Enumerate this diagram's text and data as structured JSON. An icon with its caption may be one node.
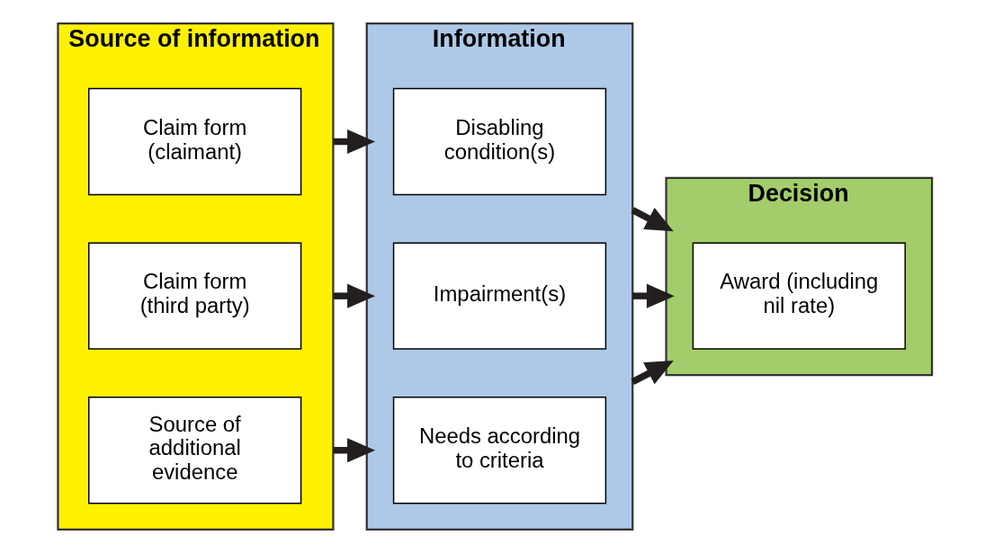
{
  "diagram": {
    "nodes": [
      {
        "text": [
          "Source of information"
        ]
      },
      {
        "text": [
          "Claim form (claimant)"
        ],
        "in": 0
      },
      {
        "text": [
          "Claim form (third party)"
        ],
        "in": 0
      },
      {
        "text": [
          "Source of additional evidence"
        ],
        "in": 0
      },
      {
        "text": [
          "Information"
        ]
      },
      {
        "text": [
          "Disabling condition(s)"
        ],
        "in": 4
      },
      {
        "text": [
          "Impairment(s)"
        ],
        "in": 4
      },
      {
        "text": [
          "Needs according to criteria"
        ],
        "in": 4
      },
      {
        "text": [
          "Decision"
        ]
      },
      {
        "text": [
          "Award (including nil rate)"
        ],
        "in": 8
      }
    ],
    "edges": [
      {
        "from": 0,
        "to": 4,
        "arrow": "to"
      },
      {
        "from": 0,
        "to": 4,
        "arrow": "to"
      },
      {
        "from": 0,
        "to": 4,
        "arrow": "to"
      },
      {
        "from": 4,
        "to": 8,
        "arrow": "to"
      },
      {
        "from": 4,
        "to": 8,
        "arrow": "to"
      },
      {
        "from": 4,
        "to": 8,
        "arrow": "to"
      }
    ]
  }
}
